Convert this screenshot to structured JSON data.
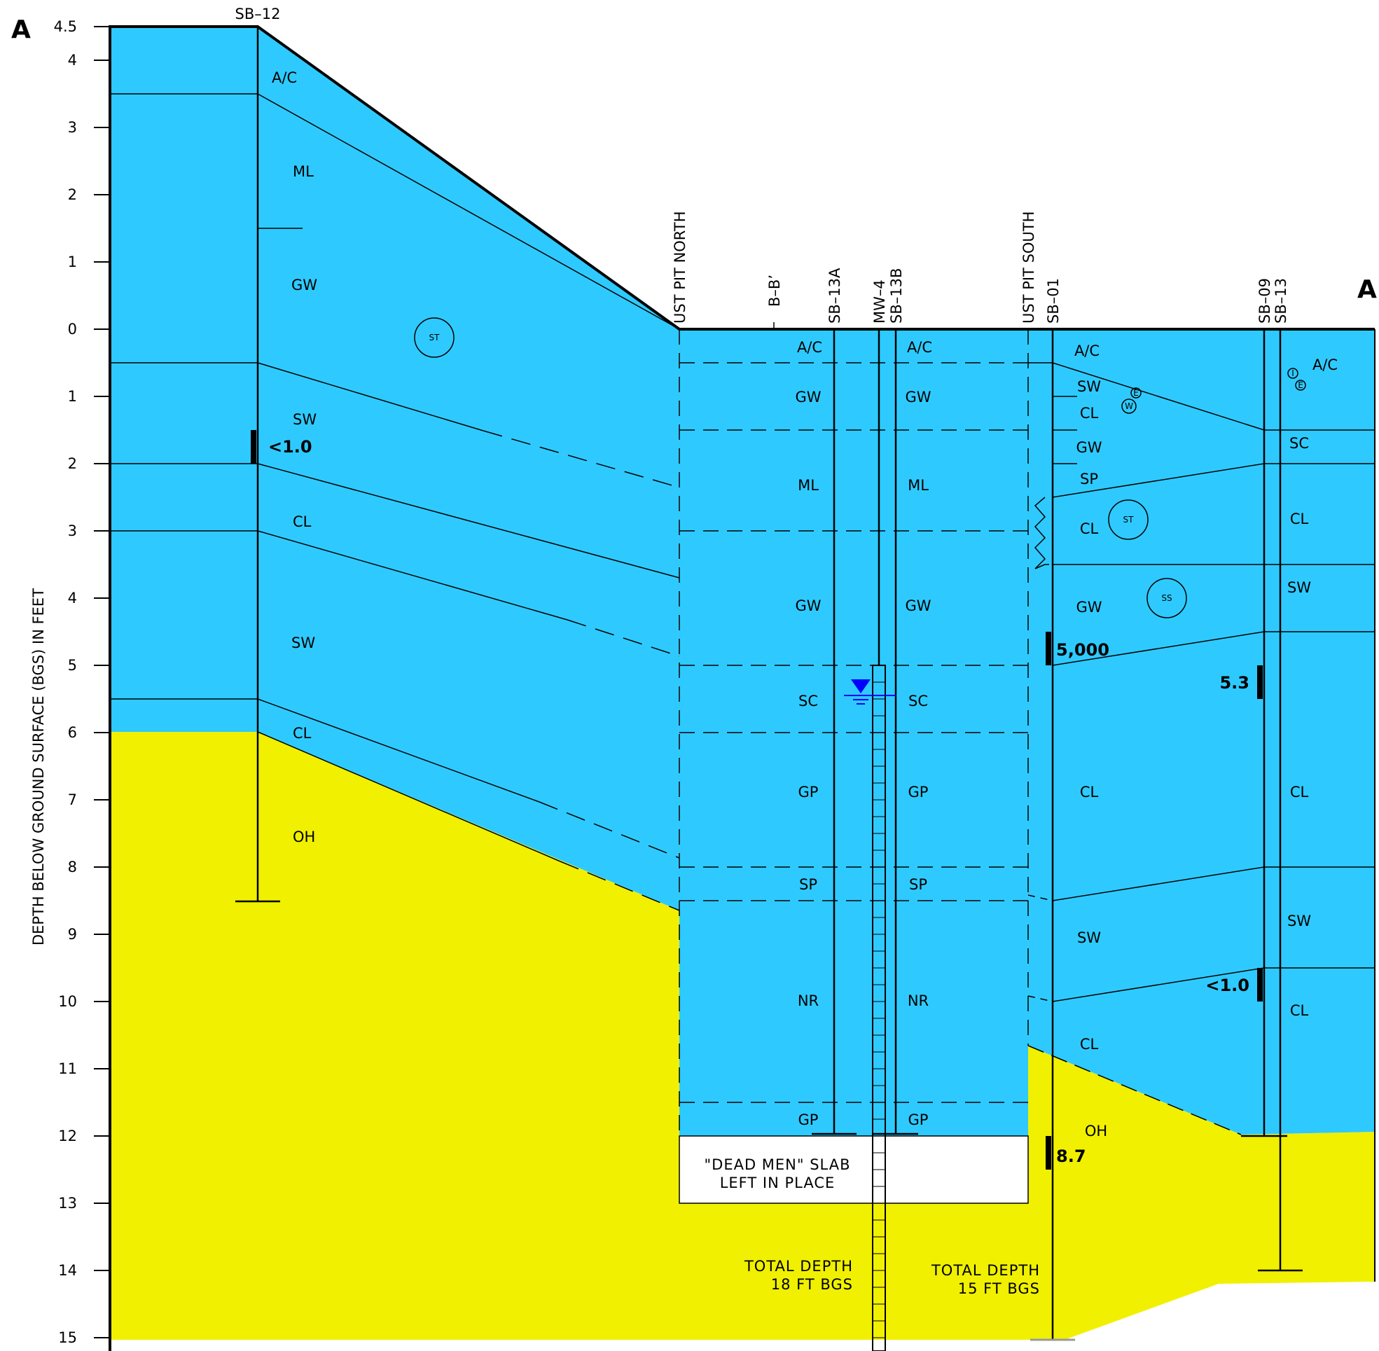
{
  "section_labels": {
    "left": "A",
    "right": "A"
  },
  "y_axis": {
    "label": "DEPTH BELOW GROUND SURFACE (BGS) IN FEET",
    "ticks": [
      "4.5",
      "4",
      "3",
      "2",
      "1",
      "0",
      "1",
      "2",
      "3",
      "4",
      "5",
      "6",
      "7",
      "8",
      "9",
      "10",
      "11",
      "12",
      "13",
      "14",
      "15"
    ]
  },
  "borings": {
    "sb12": "SB–12",
    "ust_north": "UST PIT NORTH",
    "bb": "B–B’",
    "sb13a": "SB–13A",
    "mw4": "MW–4",
    "sb13b": "SB–13B",
    "ust_south": "UST PIT SOUTH",
    "sb01": "SB–01",
    "sb09": "SB–09",
    "sb13": "SB–13"
  },
  "soil_labels": {
    "sb12": [
      "A/C",
      "ML",
      "GW",
      "SW",
      "CL",
      "SW",
      "CL",
      "OH"
    ],
    "sb13a": [
      "A/C",
      "GW",
      "ML",
      "GW",
      "SC",
      "GP",
      "SP",
      "NR",
      "GP"
    ],
    "sb13b": [
      "A/C",
      "GW",
      "ML",
      "GW",
      "SC",
      "GP",
      "SP",
      "NR",
      "GP"
    ],
    "sb01": [
      "A/C",
      "SW",
      "CL",
      "GW",
      "SP",
      "CL",
      "GW",
      "CL",
      "SW",
      "CL",
      "OH"
    ],
    "sb13": [
      "A/C",
      "SC",
      "CL",
      "SW",
      "CL",
      "SW",
      "CL"
    ]
  },
  "concentrations": {
    "sb12": "<1.0",
    "sb01_a": "5,000",
    "sb01_b": "8.7",
    "sb13_a": "5.3",
    "sb13_b": "<1.0"
  },
  "symbols": {
    "st1": "ST",
    "st2": "ST",
    "ss": "SS",
    "w": "W",
    "e1": "E",
    "e2": "E",
    "i": "I"
  },
  "notes": {
    "slab_1": "\"DEAD MEN\" SLAB",
    "slab_2": "LEFT IN PLACE",
    "td18_1": "TOTAL DEPTH",
    "td18_2": "18 FT BGS",
    "td15_1": "TOTAL DEPTH",
    "td15_2": "15 FT BGS"
  },
  "colors": {
    "upper_zone": "#2ECAFF",
    "lower_zone": "#F0F000",
    "slab": "#FFFFFF",
    "water_table": "#0000FF"
  }
}
